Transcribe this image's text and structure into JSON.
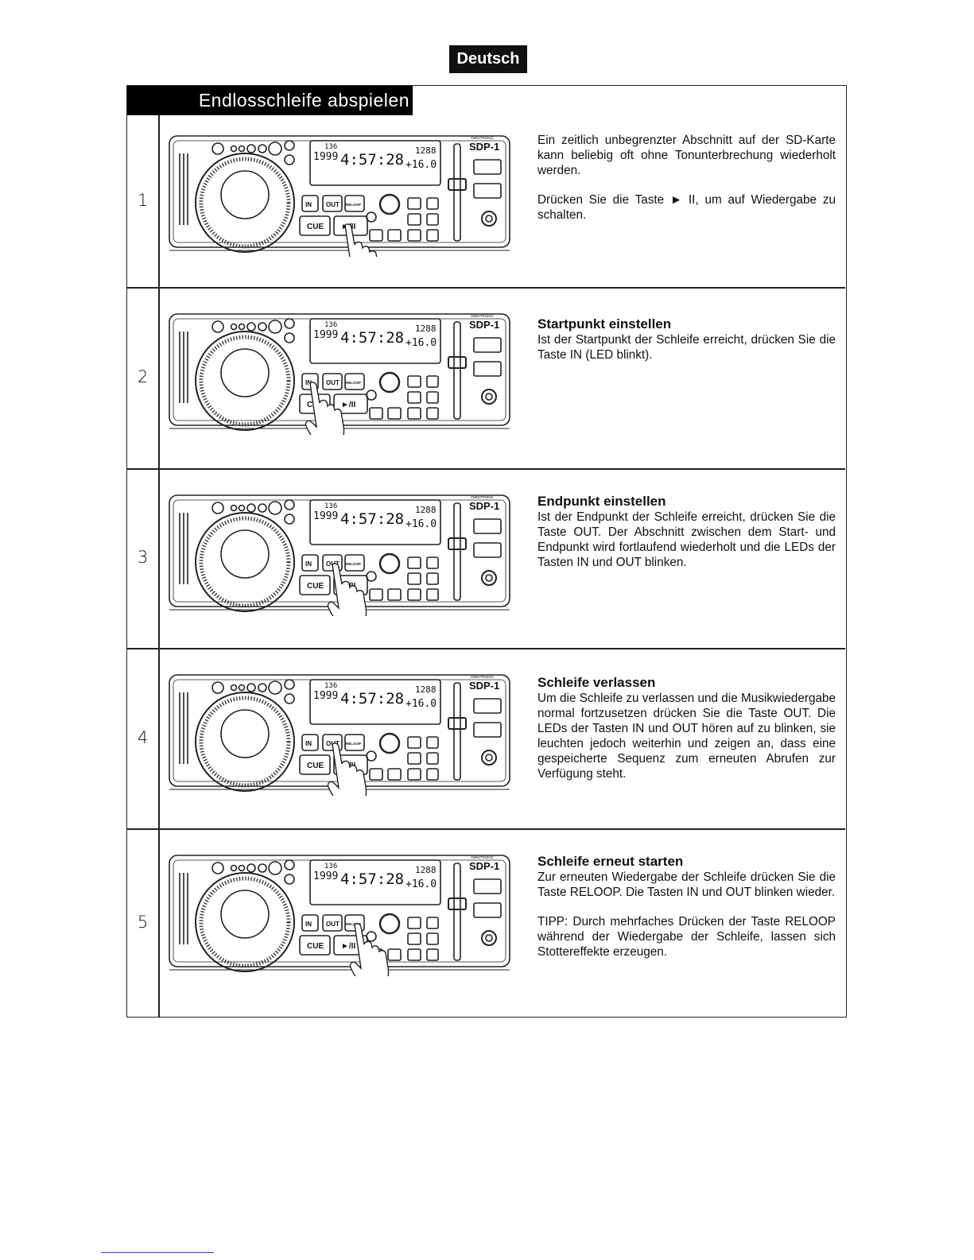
{
  "language_badge": "Deutsch",
  "section_title": "Endlosschleife abspielen",
  "device": {
    "brand": "OMNITRONIC",
    "model": "SDP-1",
    "display_track": "136",
    "display_year": "1999",
    "display_time": "4:57:28",
    "display_bpm": "1288",
    "display_pitch": "+16.0",
    "btn_in": "IN",
    "btn_out": "OUT",
    "btn_reloop": "RELOOP",
    "btn_cue": "CUE",
    "btn_play": "►/II"
  },
  "steps": [
    {
      "number": "1",
      "heading": "",
      "paragraphs": [
        "Ein zeitlich unbegrenzter Abschnitt auf der SD-Karte kann beliebig oft ohne Tonunterbrechung wiederholt werden.",
        "Drücken Sie die Taste ► II, um auf Wiedergabe zu schalten."
      ]
    },
    {
      "number": "2",
      "heading": "Startpunkt einstellen",
      "paragraphs": [
        "Ist der Startpunkt der Schleife erreicht, drücken Sie die Taste IN (LED blinkt)."
      ]
    },
    {
      "number": "3",
      "heading": "Endpunkt einstellen",
      "paragraphs": [
        "Ist der Endpunkt der Schleife erreicht, drücken Sie die Taste OUT. Der Abschnitt zwischen dem Start- und Endpunkt wird fortlaufend wiederholt und die LEDs der Tasten IN und OUT blinken."
      ]
    },
    {
      "number": "4",
      "heading": "Schleife verlassen",
      "paragraphs": [
        "Um die Schleife zu verlassen und die Musikwiedergabe normal fortzusetzen drücken Sie die Taste OUT. Die LEDs der Tasten IN und OUT hören auf zu blinken, sie leuchten jedoch weiterhin und zeigen an, dass eine gespeicherte Sequenz zum erneuten Abrufen zur Verfügung steht."
      ]
    },
    {
      "number": "5",
      "heading": "Schleife erneut starten",
      "paragraphs": [
        "Zur erneuten Wiedergabe der Schleife drücken Sie die Taste RELOOP. Die Tasten IN und OUT blinken wieder.",
        "TIPP: Durch mehrfaches Drücken der Taste RELOOP während der Wiedergabe der Schleife, lassen sich Stottereffekte erzeugen."
      ]
    }
  ]
}
